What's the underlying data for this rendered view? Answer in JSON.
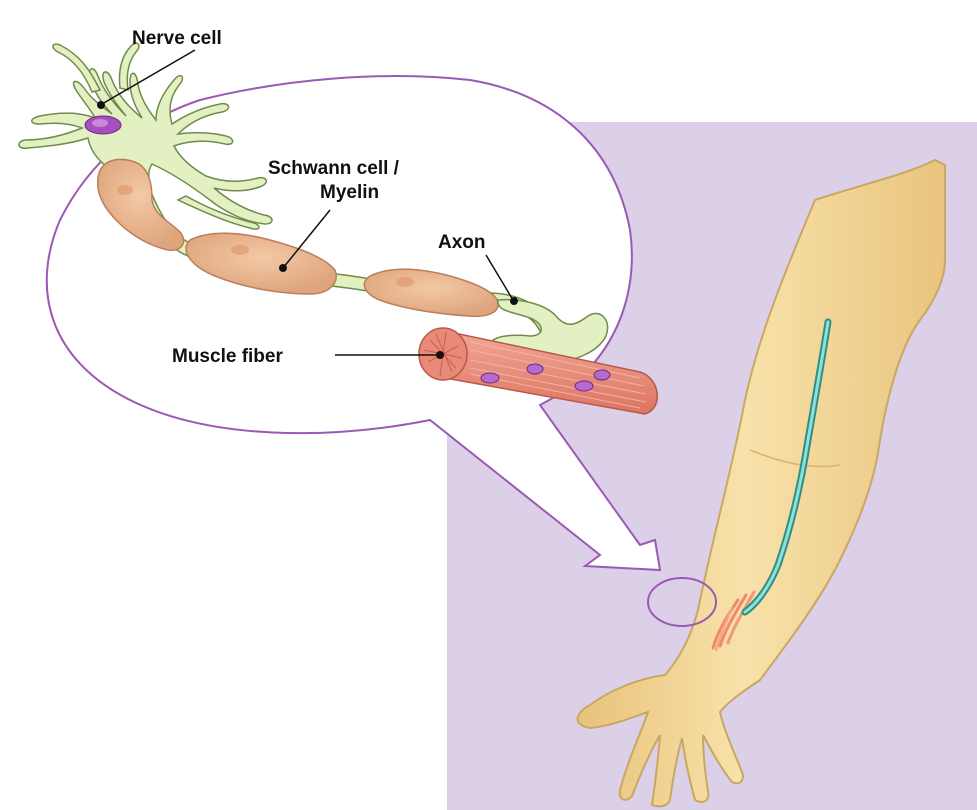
{
  "labels": {
    "nerve_cell": "Nerve cell",
    "schwann_line1": "Schwann cell /",
    "schwann_line2": "Myelin",
    "axon": "Axon",
    "muscle_fiber": "Muscle fiber"
  },
  "colors": {
    "background_panel": "#dccfe8",
    "neuron": "#e3f0c2",
    "neuron_outline": "#6f8c4a",
    "nucleus": "#a84fc0",
    "schwann_cell": "#eab48e",
    "schwann_outline": "#b97f5b",
    "muscle": "#e98a78",
    "muscle_outline": "#b55a48",
    "skin": "#f3d79a",
    "skin_outline": "#c9a764",
    "nerve_in_arm": "#5ec2b8",
    "callout_outline": "#9b59b6"
  }
}
